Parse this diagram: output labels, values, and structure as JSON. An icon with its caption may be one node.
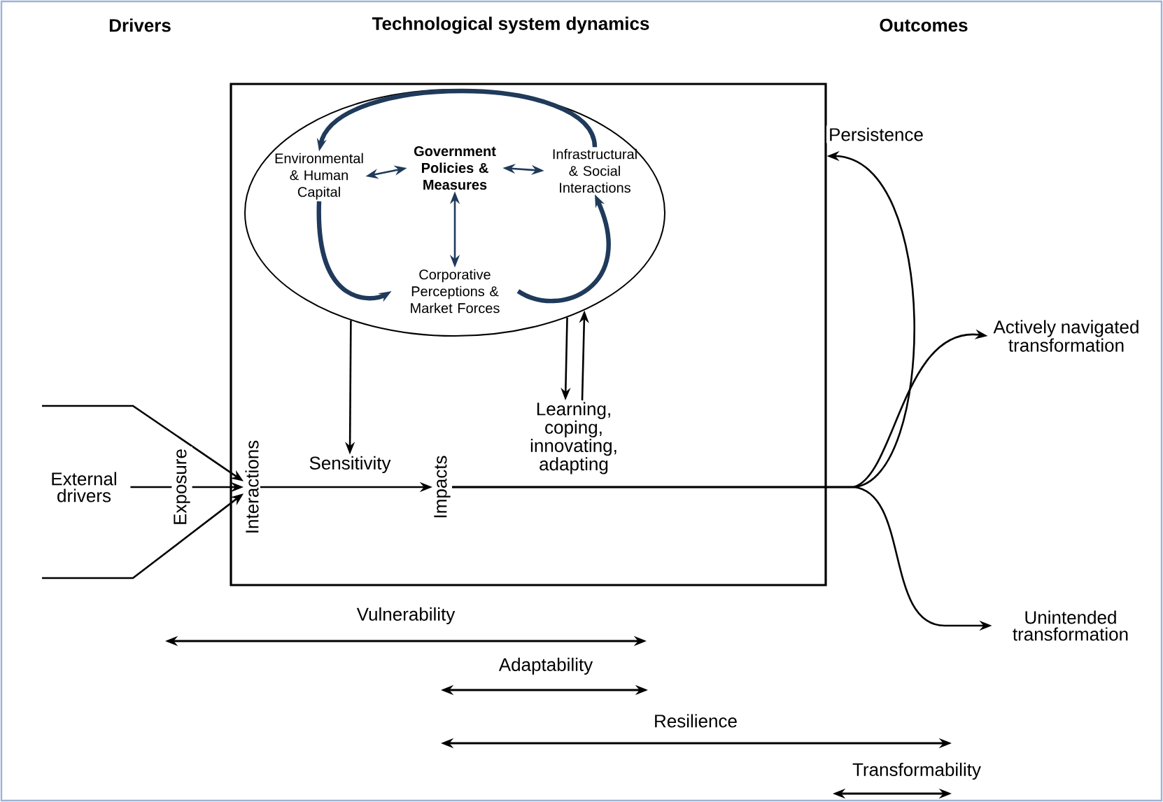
{
  "diagram": {
    "nodes": [
      {
        "text": [],
        "shape": "box"
      },
      {
        "text": [],
        "shape": "ellipse",
        "in": 0
      },
      {
        "text": [
          "Environmental & Human Capital"
        ],
        "in": 1
      },
      {
        "text": [
          "Government Policies & Measures"
        ],
        "in": 1
      },
      {
        "text": [
          "Infrastructural & Social Interactions"
        ],
        "in": 1
      },
      {
        "text": [
          "Corporative Perceptions & Market Forces"
        ],
        "in": 1
      },
      {
        "text": [
          "External drivers"
        ]
      },
      {
        "text": [
          "Interactions"
        ],
        "in": 0
      },
      {
        "text": [
          "Sensitivity"
        ],
        "in": 0
      },
      {
        "text": [
          "Impacts"
        ],
        "in": 0
      },
      {
        "text": [
          "Learning, coping, innovating, adapting"
        ],
        "in": 0
      },
      {
        "text": [
          "Actively navigated transformation"
        ]
      },
      {
        "text": [
          "Unintended transformation"
        ]
      }
    ],
    "edges": [
      {
        "from": 2,
        "to": 5,
        "arrow": "to",
        "style": "thick",
        "color": "#1f3a5a"
      },
      {
        "from": 5,
        "to": 4,
        "arrow": "to",
        "style": "thick",
        "color": "#1f3a5a"
      },
      {
        "from": 4,
        "to": 2,
        "arrow": "to",
        "style": "thick",
        "color": "#1f3a5a"
      },
      {
        "from": 3,
        "to": 2,
        "arrow": "both",
        "color": "#1f3a5a"
      },
      {
        "from": 3,
        "to": 4,
        "arrow": "both",
        "color": "#1f3a5a"
      },
      {
        "from": 3,
        "to": 5,
        "arrow": "both",
        "color": "#1f3a5a"
      },
      {
        "from": null,
        "to": 7,
        "arrow": "to"
      },
      {
        "from": 6,
        "to": 7,
        "arrow": "to",
        "label": "Exposure"
      },
      {
        "from": null,
        "to": 7,
        "arrow": "to"
      },
      {
        "from": 7,
        "to": 9,
        "arrow": "to"
      },
      {
        "from": 1,
        "to": 8,
        "arrow": "to"
      },
      {
        "from": 1,
        "to": 10,
        "arrow": "to"
      },
      {
        "from": 10,
        "to": 1,
        "arrow": "to"
      },
      {
        "from": 9,
        "to": 0,
        "arrow": "to",
        "label": "Persistence"
      },
      {
        "from": 9,
        "to": 11,
        "arrow": "to"
      },
      {
        "from": 9,
        "to": 12,
        "arrow": "to"
      }
    ],
    "labels": [
      "Drivers",
      "Technological system dynamics",
      "Outcomes",
      "Vulnerability",
      "Adaptability",
      "Resilience",
      "Transformability"
    ]
  }
}
